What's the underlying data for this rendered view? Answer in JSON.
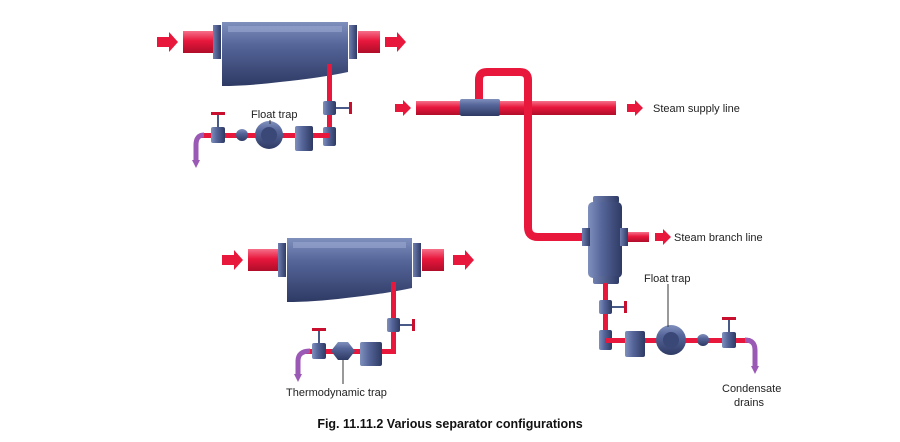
{
  "labels": {
    "float_trap_top": "Float trap",
    "steam_supply_line": "Steam supply line",
    "steam_branch_line": "Steam branch line",
    "float_trap_right": "Float trap",
    "thermodynamic_trap": "Thermodynamic trap",
    "condensate_line1": "Condensate",
    "condensate_line2": "drains"
  },
  "caption": "Fig. 11.11.2 Various separator configurations",
  "colors": {
    "steam_pipe": "#e8173c",
    "condensate_pipe": "#9b59b6",
    "vessel_body": "#4a5a88",
    "vessel_dark": "#323e68",
    "valve_handle": "#c8102e"
  }
}
